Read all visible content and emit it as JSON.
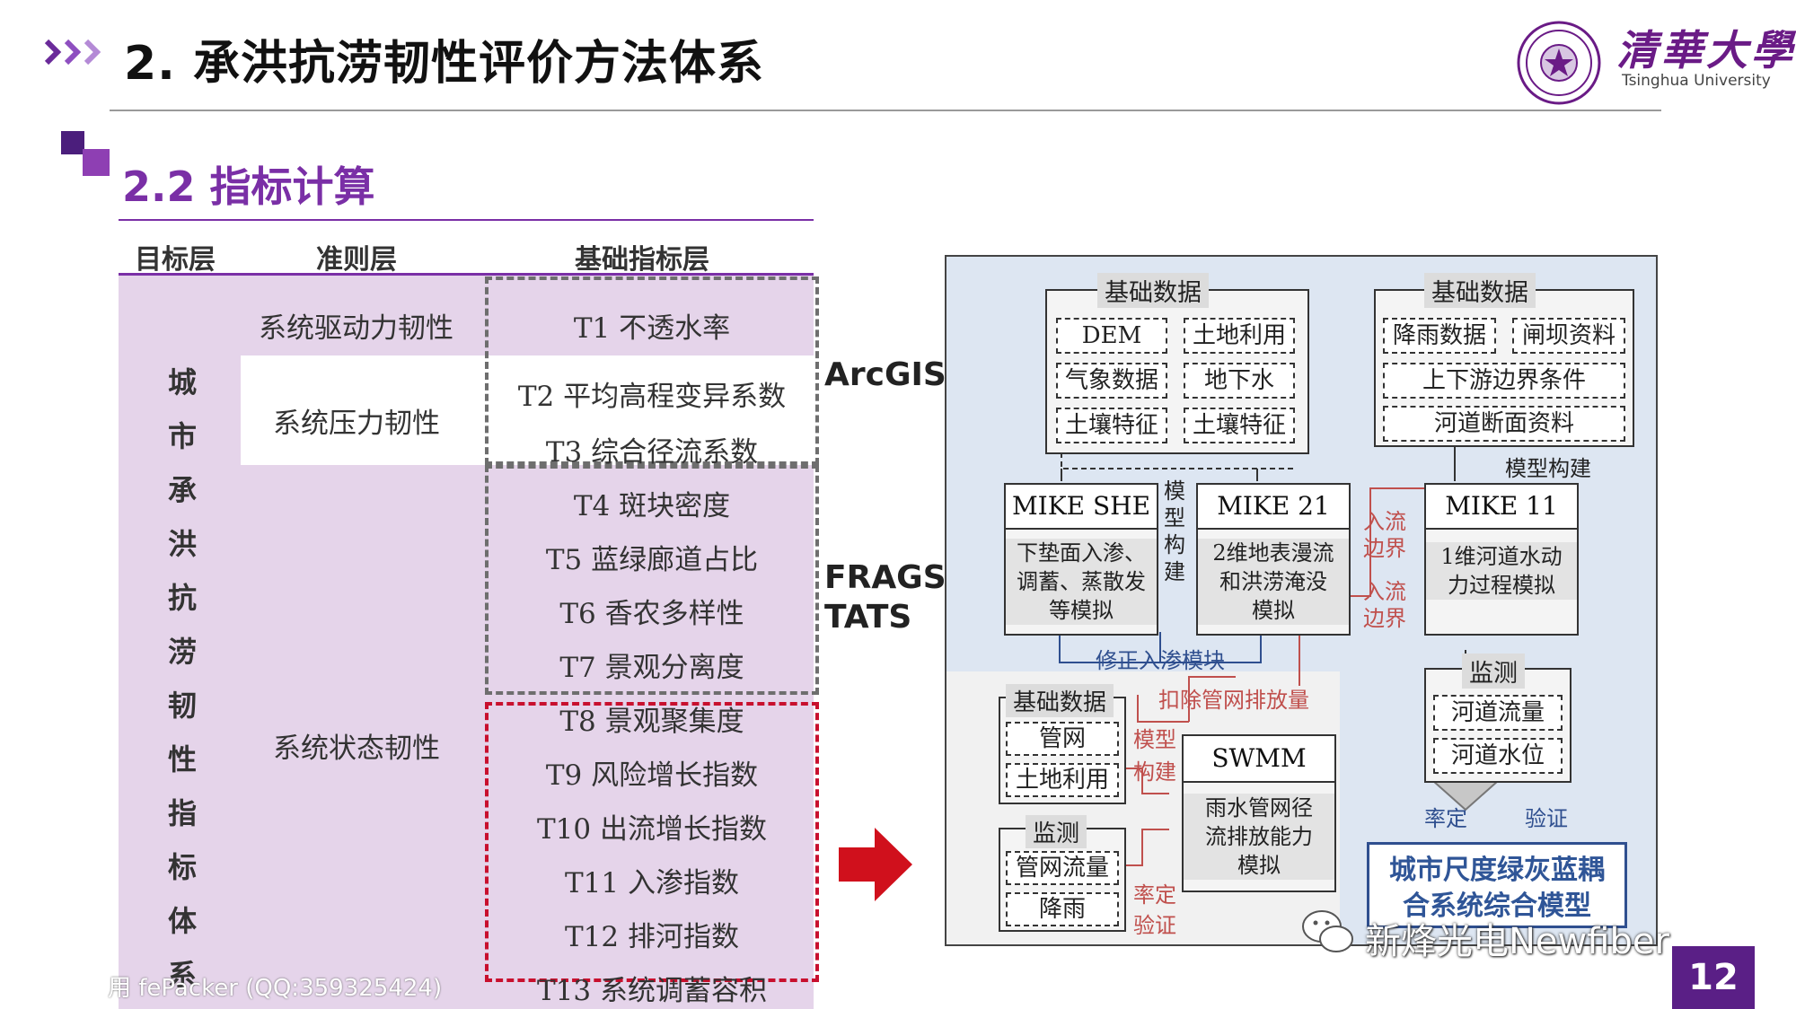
{
  "header": {
    "title": "2. 承洪抗涝韧性评价方法体系",
    "logo_cn": "清華大學",
    "logo_en": "Tsinghua University"
  },
  "section": {
    "title": "2.2 指标计算"
  },
  "table": {
    "columns": [
      "目标层",
      "准则层",
      "基础指标层"
    ],
    "target_chars": [
      "城",
      "市",
      "承",
      "洪",
      "抗",
      "涝",
      "韧",
      "性",
      "指",
      "标",
      "体",
      "系"
    ],
    "criteria": [
      "系统驱动力韧性",
      "系统压力韧性",
      "系统状态韧性"
    ],
    "indicators": [
      "T1 不透水率",
      "T2 平均高程变异系数",
      "T3 综合径流系数",
      "T4 斑块密度",
      "T5 蓝绿廊道占比",
      "T6 香农多样性",
      "T7 景观分离度",
      "T8 景观聚集度",
      "T9 风险增长指数",
      "T10 出流增长指数",
      "T11 入渗指数",
      "T12 排河指数",
      "T13 系统调蓄容积"
    ],
    "tools": {
      "arcgis": "ArcGIS",
      "frag_line1": "FRAGS",
      "frag_line2": "TATS"
    }
  },
  "diagram": {
    "left_group": {
      "title": "基础数据",
      "items": [
        "DEM",
        "土地利用",
        "气象数据",
        "地下水",
        "土壤特征",
        "土壤特征"
      ]
    },
    "right_group": {
      "title": "基础数据",
      "items": [
        "降雨数据",
        "闸坝资料",
        "上下游边界条件",
        "河道断面资料"
      ]
    },
    "mike_she": {
      "title": "MIKE SHE",
      "body": [
        "下垫面入渗、",
        "调蓄、蒸散发",
        "等模拟"
      ]
    },
    "mike_21": {
      "title": "MIKE 21",
      "body": [
        "2维地表漫流",
        "和洪涝淹没",
        "模拟"
      ]
    },
    "mike_11": {
      "title": "MIKE 11",
      "body": [
        "1维河道水动",
        "力过程模拟"
      ]
    },
    "model_build_v": [
      "模",
      "型",
      "构",
      "建"
    ],
    "model_build": "模型构建",
    "inflow_boundary_1": [
      "入流",
      "边界"
    ],
    "inflow_boundary_2": [
      "入流",
      "边界"
    ],
    "fix_infiltration": "修正入渗模块",
    "deduct_pipe": "扣除管网排放量",
    "swmm_data": {
      "title": "基础数据",
      "items": [
        "管网",
        "土地利用"
      ]
    },
    "swmm_monitor": {
      "title": "监测",
      "items": [
        "管网流量",
        "降雨"
      ]
    },
    "swmm_build": [
      "模型",
      "构建"
    ],
    "swmm_calib": [
      "率定",
      "验证"
    ],
    "swmm": {
      "title": "SWMM",
      "body": [
        "雨水管网径",
        "流排放能力",
        "模拟"
      ]
    },
    "river_monitor": {
      "title": "监测",
      "items": [
        "河道流量",
        "河道水位"
      ]
    },
    "calibrate": "率定",
    "verify": "验证",
    "final": [
      "城市尺度绿灰蓝耦",
      "合系统综合模型"
    ]
  },
  "overlay": {
    "brand": "新烽光电Newfiber",
    "page": "12",
    "credit": "用 fePacker (QQ:359325424)"
  }
}
